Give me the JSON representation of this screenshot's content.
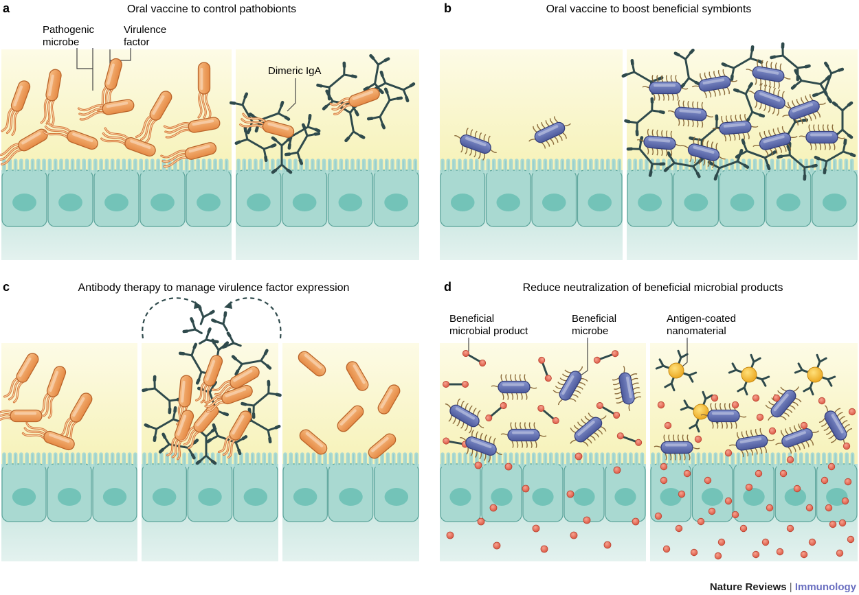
{
  "panels": {
    "a": {
      "letter": "a",
      "title": "Oral vaccine to control pathobionts",
      "label_pathogenic": "Pathogenic",
      "label_microbe": "microbe",
      "label_virulence": "Virulence",
      "label_factor": "factor",
      "label_iga": "Dimeric IgA"
    },
    "b": {
      "letter": "b",
      "title": "Oral vaccine to boost beneficial symbionts"
    },
    "c": {
      "letter": "c",
      "title": "Antibody therapy to manage virulence factor expression"
    },
    "d": {
      "letter": "d",
      "title": "Reduce neutralization of beneficial microbial products",
      "label_product_1": "Beneficial",
      "label_product_2": "microbial product",
      "label_microbe_1": "Beneficial",
      "label_microbe_2": "microbe",
      "label_nano_1": "Antigen-coated",
      "label_nano_2": "nanomaterial"
    }
  },
  "footer": {
    "journal": "Nature Reviews",
    "separator": " | ",
    "section": "Immunology"
  },
  "colors": {
    "lumen": "#fbf7cf",
    "cell": "#a9d9d1",
    "cell_dark": "#5aa39a",
    "nucleus": "#73c3b8",
    "pathobiont": "#f2a567",
    "symbiont": "#6877b8",
    "antibody": "#2f4a4c",
    "product": "#e8705c",
    "nanomaterial": "#f5c23c",
    "section_color": "#6a6fc0"
  }
}
